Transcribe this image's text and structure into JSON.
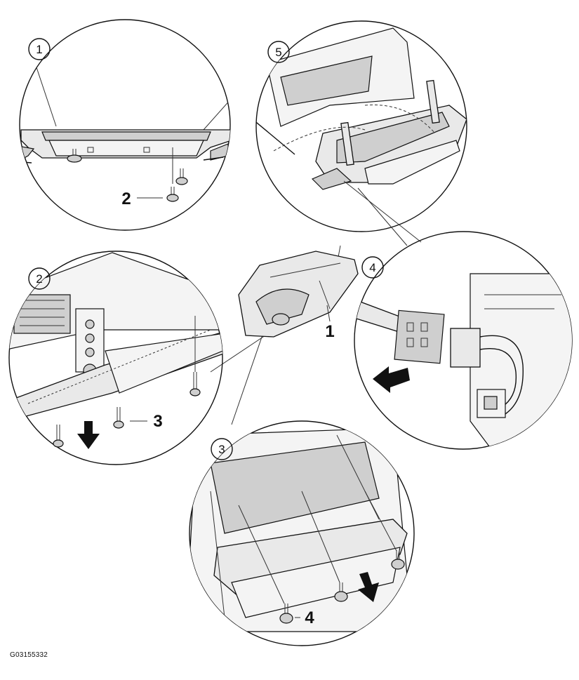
{
  "figure_id": "G03155332",
  "steps": [
    {
      "id": "1",
      "label": "1"
    },
    {
      "id": "2",
      "label": "2"
    },
    {
      "id": "3",
      "label": "3"
    },
    {
      "id": "4",
      "label": "4"
    },
    {
      "id": "5",
      "label": "5"
    }
  ],
  "callouts": {
    "c1": "1",
    "c2": "2",
    "c3": "3",
    "c4": "4"
  }
}
